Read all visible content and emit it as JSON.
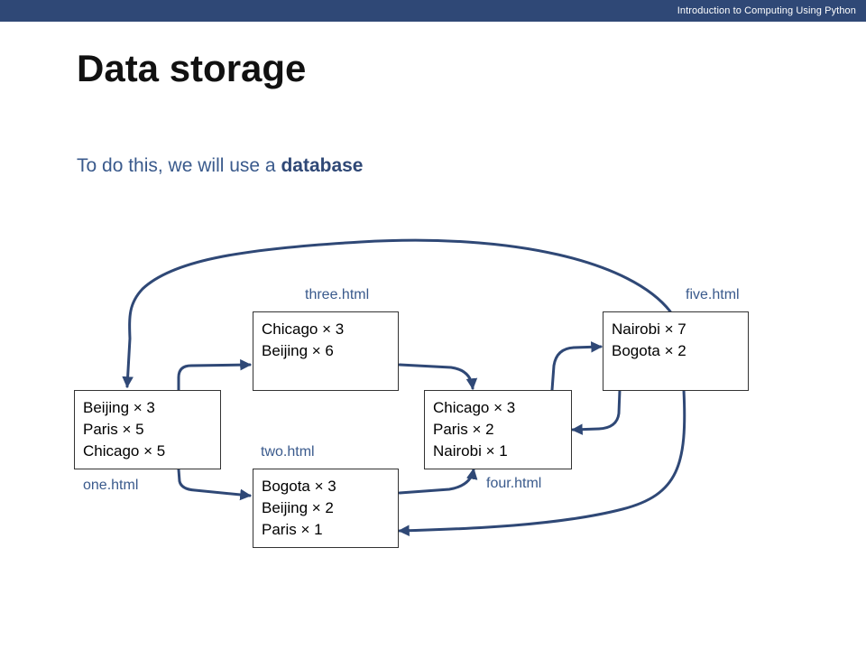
{
  "header": {
    "course_title": "Introduction to Computing Using Python"
  },
  "slide": {
    "title": "Data storage",
    "subtitle_prefix": "To do this, we will use a ",
    "subtitle_emphasis": "database"
  },
  "pages": {
    "one": {
      "label": "one.html",
      "lines": [
        "Beijing × 3",
        "Paris × 5",
        "Chicago × 5"
      ]
    },
    "two": {
      "label": "two.html",
      "lines": [
        "Bogota × 3",
        "Beijing × 2",
        "Paris × 1"
      ]
    },
    "three": {
      "label": "three.html",
      "lines": [
        "Chicago × 3",
        "Beijing × 6"
      ]
    },
    "four": {
      "label": "four.html",
      "lines": [
        "Chicago × 3",
        "Paris × 2",
        "Nairobi × 1"
      ]
    },
    "five": {
      "label": "five.html",
      "lines": [
        "Nairobi × 7",
        "Bogota × 2"
      ]
    }
  },
  "colors": {
    "header_bar": "#2f4876",
    "arrow": "#2f4876",
    "label_text": "#3a5a8c"
  }
}
